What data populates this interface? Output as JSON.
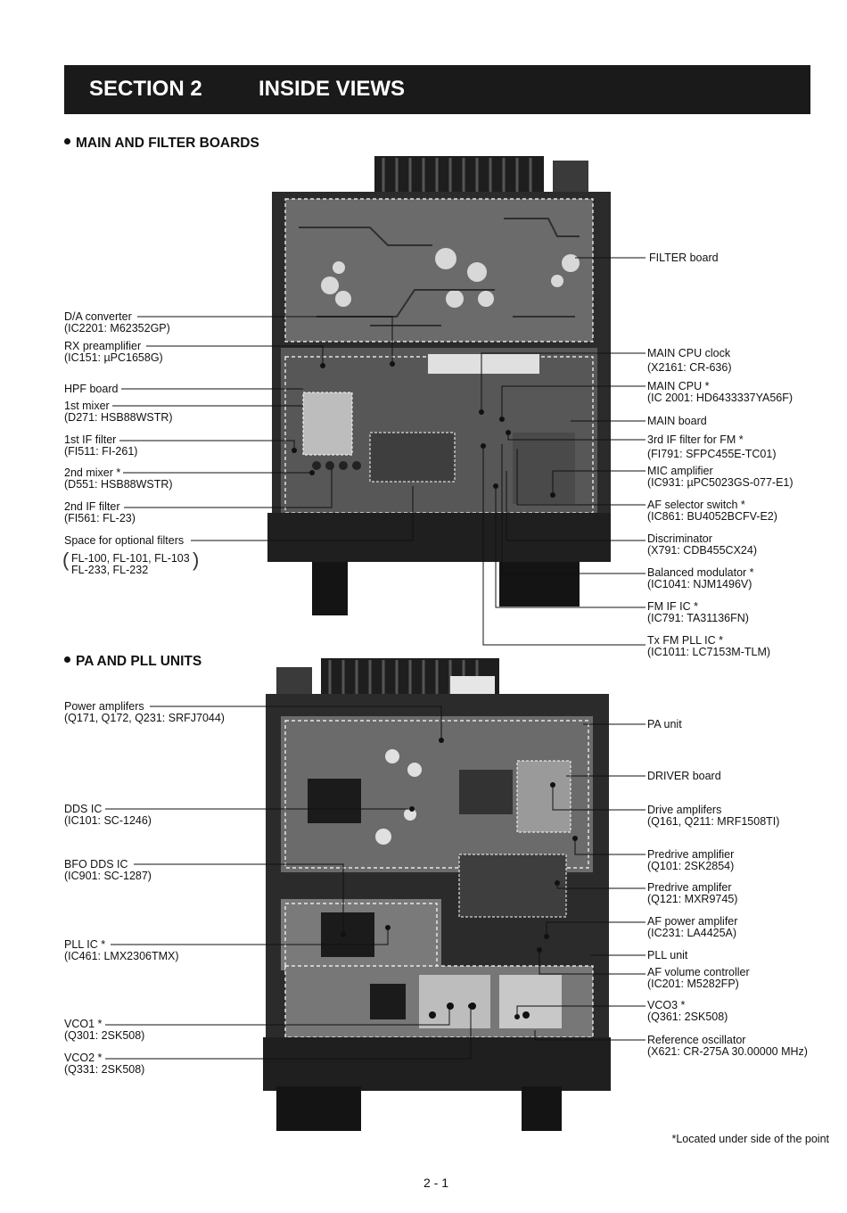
{
  "header": {
    "section": "SECTION 2",
    "title": "INSIDE VIEWS"
  },
  "main_board": {
    "heading": "MAIN AND FILTER BOARDS",
    "left_labels": [
      {
        "line1": "D/A converter",
        "line2": "(IC2201: M62352GP)"
      },
      {
        "line1": "RX preamplifier",
        "line2": "(IC151: µPC1658G)"
      },
      {
        "line1": "HPF board",
        "line2": ""
      },
      {
        "line1": "1st mixer",
        "line2": "(D271: HSB88WSTR)"
      },
      {
        "line1": "1st IF filter",
        "line2": "(FI511: FI-261)"
      },
      {
        "line1": "2nd mixer *",
        "line2": "(D551: HSB88WSTR)"
      },
      {
        "line1": "2nd IF filter",
        "line2": "(FI561: FL-23)"
      },
      {
        "line1": "Space for optional filters",
        "line2": ""
      },
      {
        "line1": "FL-100, FL-101, FL-103",
        "line2": "FL-233, FL-232"
      }
    ],
    "right_labels": [
      {
        "line1": "FILTER board",
        "line2": ""
      },
      {
        "line1": "MAIN CPU clock",
        "line2": "(X2161: CR-636)"
      },
      {
        "line1": "MAIN CPU *",
        "line2": "(IC 2001: HD6433337YA56F)"
      },
      {
        "line1": "MAIN board",
        "line2": ""
      },
      {
        "line1": "3rd IF filter for FM *",
        "line2": "(FI791: SFPC455E-TC01)"
      },
      {
        "line1": "MIC amplifier",
        "line2": "(IC931: µPC5023GS-077-E1)"
      },
      {
        "line1": "AF selector switch *",
        "line2": "(IC861: BU4052BCFV-E2)"
      },
      {
        "line1": "Discriminator",
        "line2": "(X791: CDB455CX24)"
      },
      {
        "line1": "Balanced modulator *",
        "line2": "(IC1041: NJM1496V)"
      },
      {
        "line1": "FM IF IC *",
        "line2": "(IC791: TA31136FN)"
      },
      {
        "line1": "Tx FM PLL IC *",
        "line2": "(IC1011: LC7153M-TLM)"
      }
    ]
  },
  "pa_unit": {
    "heading": "PA AND PLL UNITS",
    "left_labels": [
      {
        "line1": "Power amplifers",
        "line2": "(Q171, Q172, Q231: SRFJ7044)"
      },
      {
        "line1": "DDS IC",
        "line2": "(IC101: SC-1246)"
      },
      {
        "line1": "BFO DDS IC",
        "line2": "(IC901: SC-1287)"
      },
      {
        "line1": "PLL IC *",
        "line2": "(IC461: LMX2306TMX)"
      },
      {
        "line1": "VCO1 *",
        "line2": "(Q301: 2SK508)"
      },
      {
        "line1": "VCO2 *",
        "line2": "(Q331: 2SK508)"
      }
    ],
    "right_labels": [
      {
        "line1": "PA unit",
        "line2": ""
      },
      {
        "line1": "DRIVER board",
        "line2": ""
      },
      {
        "line1": "Drive amplifers",
        "line2": "(Q161, Q211: MRF1508TI)"
      },
      {
        "line1": "Predrive amplifier",
        "line2": "(Q101: 2SK2854)"
      },
      {
        "line1": "Predrive amplifer",
        "line2": "(Q121: MXR9745)"
      },
      {
        "line1": "AF power amplifer",
        "line2": "(IC231: LA4425A)"
      },
      {
        "line1": "PLL unit",
        "line2": ""
      },
      {
        "line1": "AF volume controller",
        "line2": "(IC201: M5282FP)"
      },
      {
        "line1": "VCO3 *",
        "line2": "(Q361: 2SK508)"
      },
      {
        "line1": "Reference oscillator",
        "line2": "(X621: CR-275A 30.00000 MHz)"
      }
    ]
  },
  "footnote": "*Located under side of the point",
  "page_number": "2 - 1",
  "colors": {
    "header_bg": "#1a1a1a",
    "header_text": "#ffffff",
    "photo_dark": "#2b2b2b",
    "board": "#6b6b6b"
  }
}
